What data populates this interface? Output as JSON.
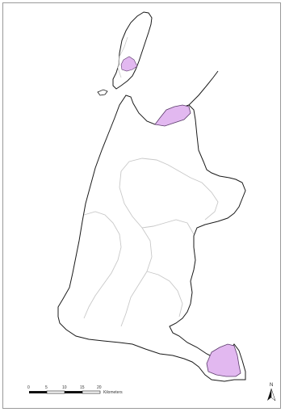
{
  "map": {
    "colors": {
      "land_outline": "#1a1a1a",
      "inner_boundary": "#c8c8c8",
      "highlight_fill": "#e2b8f0",
      "highlight_stroke": "#5a3a6a",
      "frame": "#9a9a9a"
    },
    "scale_bar": {
      "ticks": [
        "0",
        "5",
        "10",
        "15",
        "20"
      ],
      "unit": "Kilometers"
    },
    "north_arrow": {
      "label": "N",
      "icon": "north-arrow-icon"
    }
  }
}
